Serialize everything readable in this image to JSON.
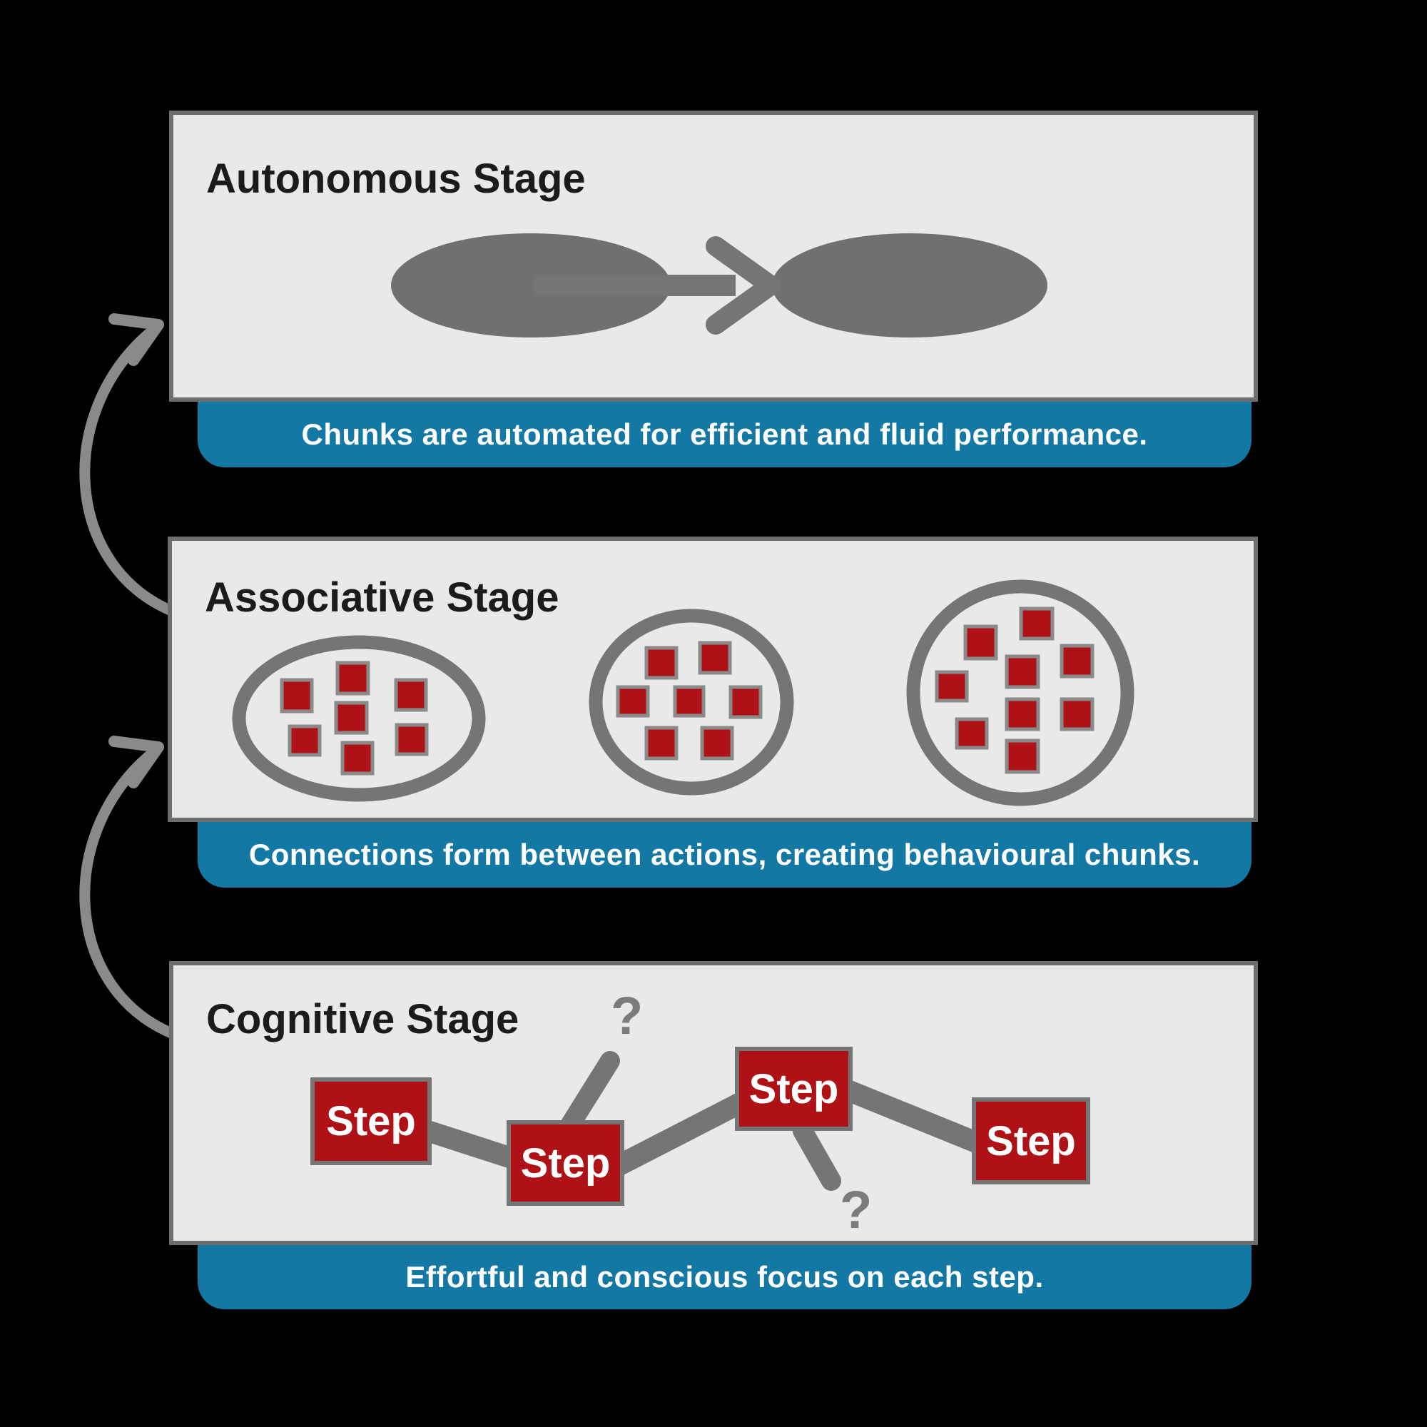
{
  "colors": {
    "background": "#000000",
    "panel_fill": "#e9e9e9",
    "panel_border": "#6e6e6e",
    "accent_blue": "#1478a5",
    "shape_gray": "#757575",
    "arrow_gray": "#8a8a8a",
    "step_red": "#ae1116",
    "caption_text": "#ffffff"
  },
  "stages": [
    {
      "id": "autonomous",
      "title": "Autonomous Stage",
      "caption": "Chunks are automated for efficient and fluid performance."
    },
    {
      "id": "associative",
      "title": "Associative Stage",
      "caption": "Connections form between actions, creating behavioural chunks."
    },
    {
      "id": "cognitive",
      "title": "Cognitive Stage",
      "caption": "Effortful and conscious focus on each step.",
      "step_label": "Step",
      "question_mark": "?"
    }
  ]
}
